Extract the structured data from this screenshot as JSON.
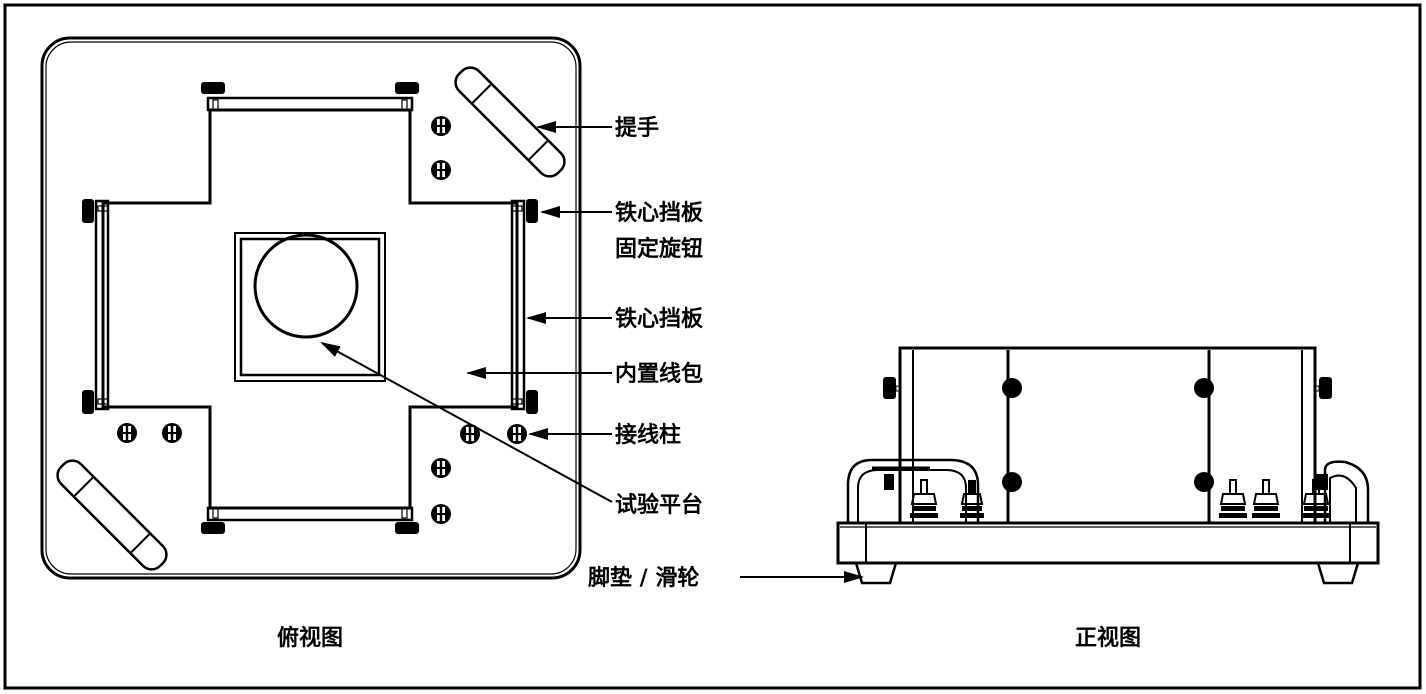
{
  "diagram": {
    "title": "Top view and front view of transformer experiment apparatus",
    "views": {
      "top": {
        "caption": "俯视图"
      },
      "front": {
        "caption": "正视图"
      }
    },
    "labels": {
      "handle": "提手",
      "core_baffle_knob_line1": "铁心挡板",
      "core_baffle_knob_line2": "固定旋钮",
      "core_baffle": "铁心挡板",
      "built_in_coil": "内置线包",
      "terminal_post": "接线柱",
      "test_platform": "试验平台",
      "foot_pad_caster": "脚垫 / 滑轮"
    },
    "colors": {
      "line": "#000000",
      "background": "#ffffff"
    }
  }
}
